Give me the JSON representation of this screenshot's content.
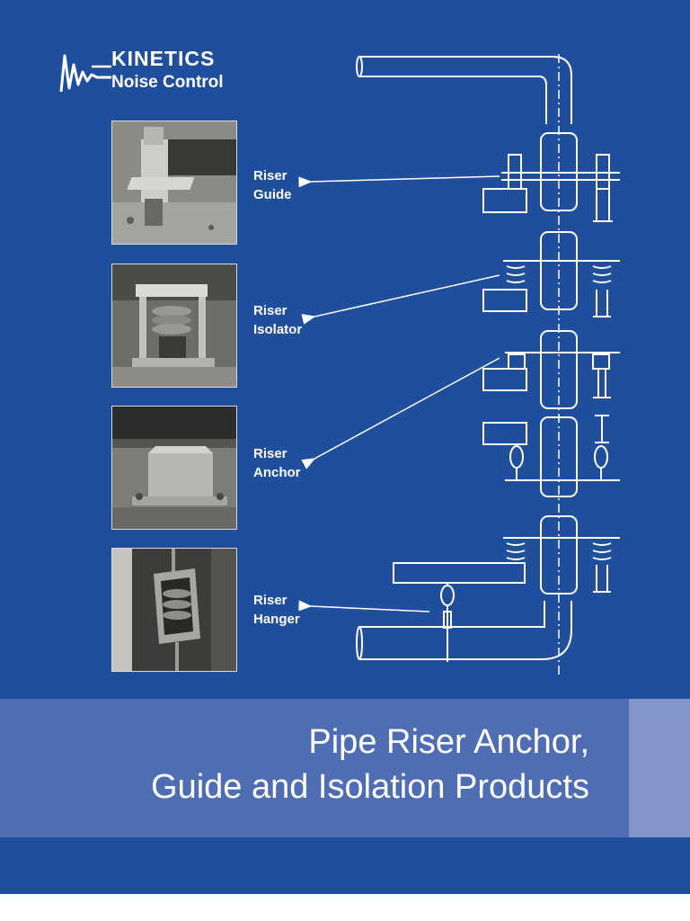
{
  "brand": {
    "name": "KINETICS",
    "subtitle": "Noise Control"
  },
  "products": [
    {
      "line1": "Riser",
      "line2": "Guide"
    },
    {
      "line1": "Riser",
      "line2": "Isolator"
    },
    {
      "line1": "Riser",
      "line2": "Anchor"
    },
    {
      "line1": "Riser",
      "line2": "Hanger"
    }
  ],
  "title": {
    "line1": "Pipe Riser Anchor,",
    "line2": "Guide and Isolation Products"
  },
  "colors": {
    "background": "#1f4e9c",
    "banner": "#4f6db3",
    "banner_side": "#8494c9",
    "line_art": "#ffffff"
  }
}
